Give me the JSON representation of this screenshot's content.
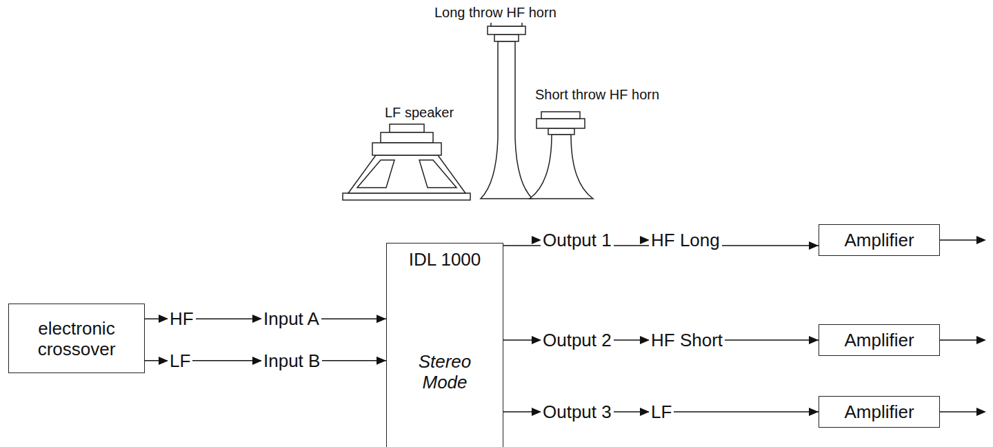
{
  "diagram": {
    "nodes": [
      {
        "text": [
          "electronic crossover"
        ]
      },
      {
        "text": [
          "IDL 1000",
          "Stereo Mode"
        ]
      },
      {
        "text": [
          "Amplifier"
        ]
      },
      {
        "text": [
          "Amplifier"
        ]
      },
      {
        "text": [
          "Amplifier"
        ]
      }
    ],
    "edges": [
      {
        "from": 0,
        "to": 1,
        "arrow": "to"
      },
      {
        "from": 0,
        "to": 1,
        "arrow": "to"
      },
      {
        "from": 1,
        "to": 2,
        "arrow": "to"
      },
      {
        "from": 1,
        "to": 3,
        "arrow": "to"
      },
      {
        "from": 1,
        "to": 4,
        "arrow": "to"
      }
    ],
    "labels": [
      "LF speaker",
      "Long throw HF horn",
      "Short throw HF horn",
      "HF",
      "Input A",
      "LF",
      "Input B",
      "Output 1",
      "HF Long",
      "Output 2",
      "HF Short",
      "Output 3",
      "LF"
    ]
  }
}
